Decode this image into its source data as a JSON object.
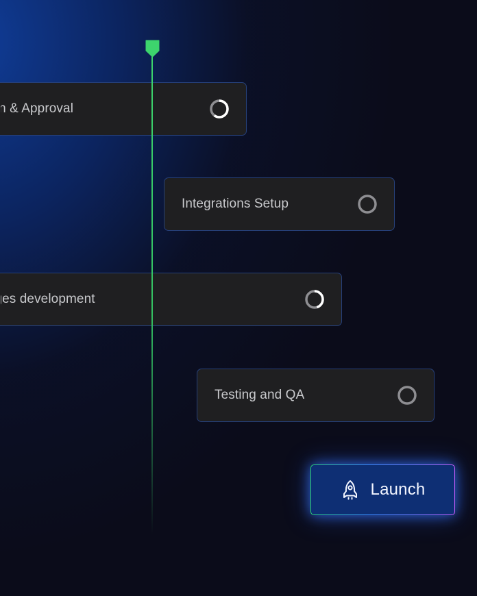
{
  "tasks": [
    {
      "label": "Design & Approval",
      "status": "in-progress",
      "status_icon": "progress-ring-icon",
      "progress": 0.6
    },
    {
      "label": "Integrations Setup",
      "status": "pending",
      "status_icon": "empty-ring-icon",
      "progress": 0
    },
    {
      "label": "Pages development",
      "status": "in-progress",
      "status_icon": "progress-ring-icon",
      "progress": 0.45
    },
    {
      "label": "Testing and QA",
      "status": "pending",
      "status_icon": "empty-ring-icon",
      "progress": 0
    }
  ],
  "launch": {
    "label": "Launch",
    "icon": "rocket-icon"
  },
  "colors": {
    "timeline": "#3dd56d",
    "card_background": "#1f1f21",
    "card_border": "#26407a",
    "ring_active": "#ffffff",
    "ring_inactive": "#8e8e92",
    "launch_background": "#0e2f74"
  }
}
